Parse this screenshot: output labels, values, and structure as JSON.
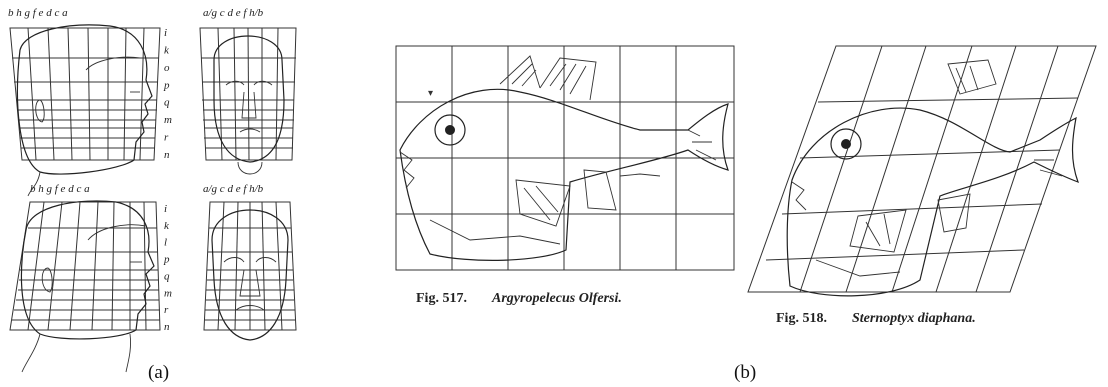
{
  "panel_a": {
    "label": "(a)",
    "heads": [
      {
        "top_letters": "b h g f e d c a",
        "side_letters": [
          "i",
          "k",
          "o",
          "p",
          "q",
          "m",
          "r",
          "n"
        ]
      },
      {
        "top_letters": "a/g c d e f h/b",
        "side_letters": []
      },
      {
        "top_letters": "b h g f e d c a",
        "side_letters": [
          "i",
          "k",
          "l",
          "p",
          "q",
          "m",
          "r",
          "n"
        ]
      },
      {
        "top_letters": "a/g c d e f h/b",
        "side_letters": []
      }
    ]
  },
  "panel_b": {
    "label": "(b)",
    "figures": [
      {
        "number": "Fig. 517.",
        "name": "Argyropelecus Olfersi."
      },
      {
        "number": "Fig. 518.",
        "name": "Sternoptyx diaphana."
      }
    ]
  }
}
